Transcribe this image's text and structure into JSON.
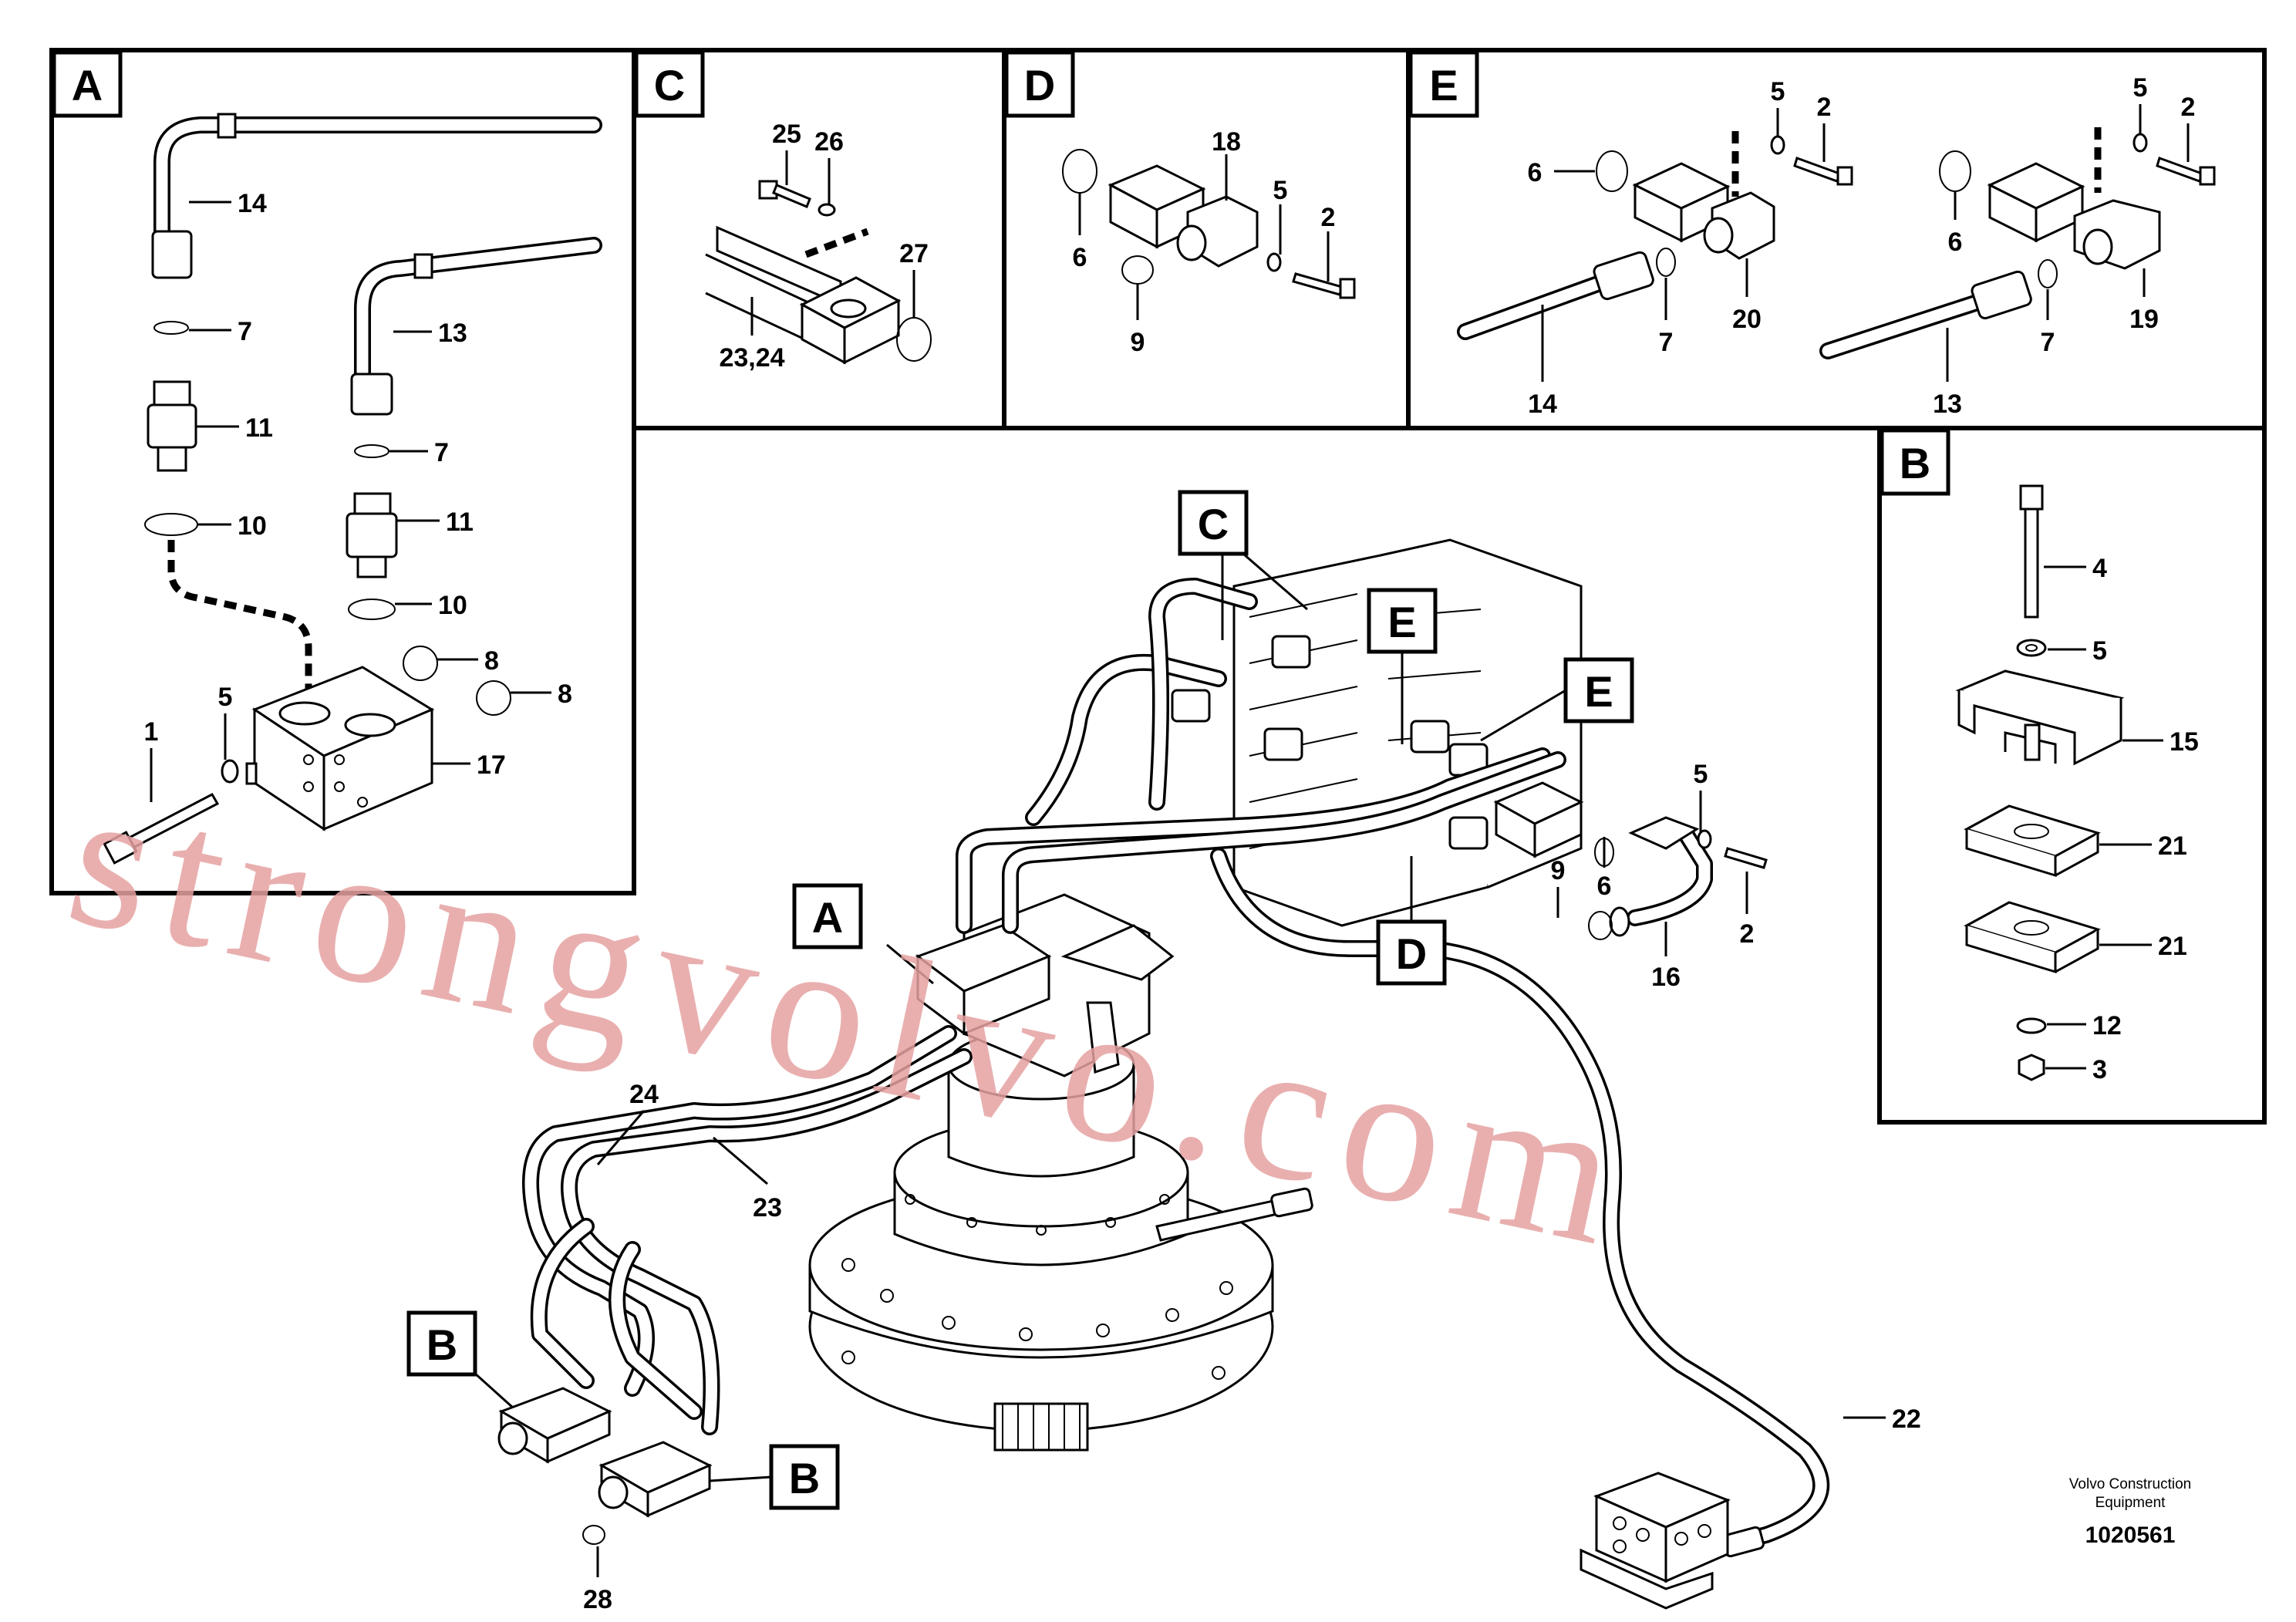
{
  "panels": {
    "A": "A",
    "B": "B",
    "C": "C",
    "D": "D",
    "E": "E"
  },
  "main_tags": {
    "A": "A",
    "B1": "B",
    "B2": "B",
    "C": "C",
    "D": "D",
    "E1": "E",
    "E2": "E"
  },
  "callouts": {
    "a_14": "14",
    "a_7": "7",
    "a_11": "11",
    "a_10": "10",
    "a_13": "13",
    "a_7b": "7",
    "a_11b": "11",
    "a_10b": "10",
    "a_8": "8",
    "a_8b": "8",
    "a_5": "5",
    "a_1": "1",
    "a_17": "17",
    "c_25": "25",
    "c_26": "26",
    "c_27": "27",
    "c_2324": "23,24",
    "d_18": "18",
    "d_5": "5",
    "d_2": "2",
    "d_6": "6",
    "d_9": "9",
    "e_6": "6",
    "e_5": "5",
    "e_2": "2",
    "e_7": "7",
    "e_20": "20",
    "e_14": "14",
    "e_5b": "5",
    "e_2b": "2",
    "e_6b": "6",
    "e_7b": "7",
    "e_19": "19",
    "e_13": "13",
    "b_4": "4",
    "b_5": "5",
    "b_15": "15",
    "b_21": "21",
    "b_21b": "21",
    "b_12": "12",
    "b_3": "3",
    "m_5": "5",
    "m_9": "9",
    "m_6": "6",
    "m_2": "2",
    "m_16": "16",
    "m_24": "24",
    "m_23": "23",
    "m_22": "22",
    "m_28": "28"
  },
  "footer": {
    "line1": "Volvo Construction",
    "line2": "Equipment",
    "code": "1020561"
  },
  "watermark": "strongvolvo.com"
}
